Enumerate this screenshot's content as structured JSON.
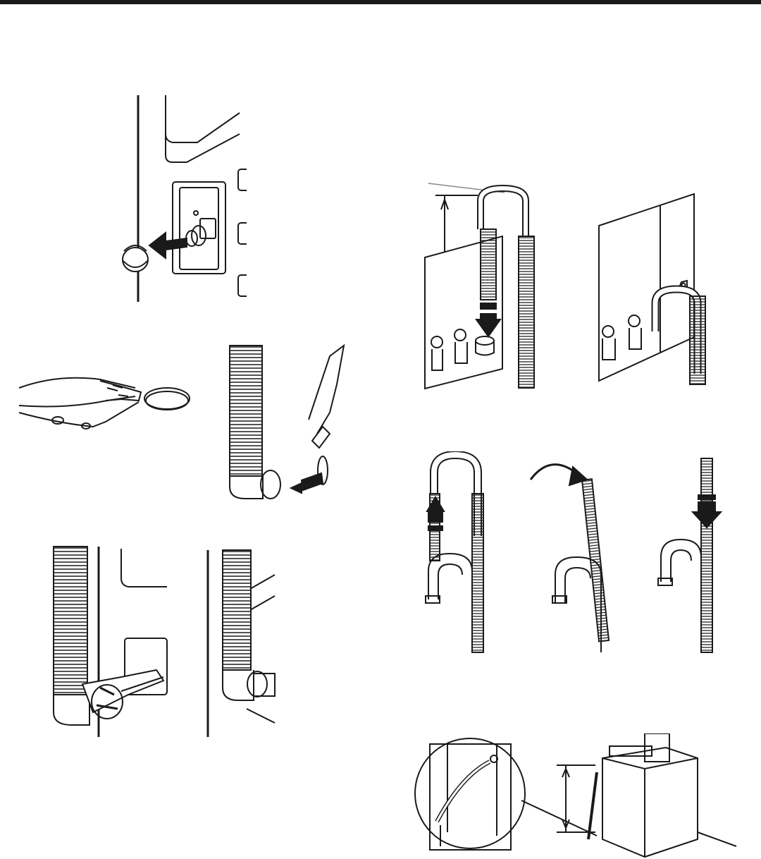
{
  "page": {
    "header_bar_color": "#1a1a1a"
  },
  "figures": [
    {
      "id": "remove-drain-cap",
      "icon": "drain-cap-removal-illustration"
    },
    {
      "id": "locking-pliers-clamp",
      "icon": "locking-pliers-illustration"
    },
    {
      "id": "attach-clamp-to-elbow",
      "icon": "hose-clamp-illustration"
    },
    {
      "id": "wrench-tighten-hose",
      "icon": "wrench-illustration"
    },
    {
      "id": "hose-installed-on-outlet",
      "icon": "installed-hose-illustration"
    },
    {
      "id": "standpipe-drain",
      "icon": "standpipe-drain-illustration"
    },
    {
      "id": "laundry-tub-drain",
      "icon": "laundry-tub-drain-illustration"
    },
    {
      "id": "hose-form-steps",
      "icon": "hose-form-steps-illustration"
    },
    {
      "id": "floor-drain-height",
      "icon": "floor-drain-illustration"
    }
  ]
}
